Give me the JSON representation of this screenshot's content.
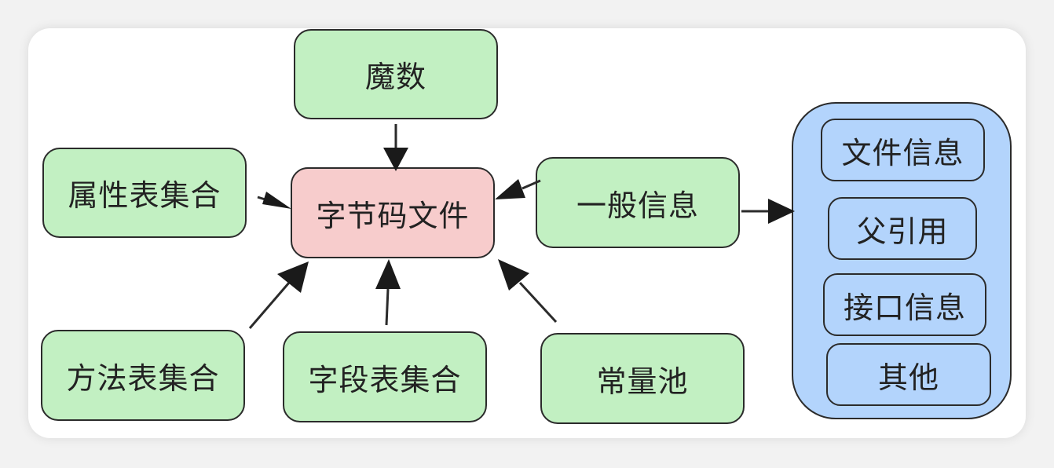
{
  "diagram": {
    "center": "字节码文件",
    "sources": {
      "magic": "魔数",
      "attributes": "属性表集合",
      "general_info": "一般信息",
      "methods": "方法表集合",
      "fields": "字段表集合",
      "constant_pool": "常量池"
    },
    "general_info_items": [
      "文件信息",
      "父引用",
      "接口信息",
      "其他"
    ]
  },
  "colors": {
    "green": "#c2f0c2",
    "pink": "#f7cccc",
    "blue": "#b3d4fc",
    "stroke": "#2b2b2b"
  }
}
